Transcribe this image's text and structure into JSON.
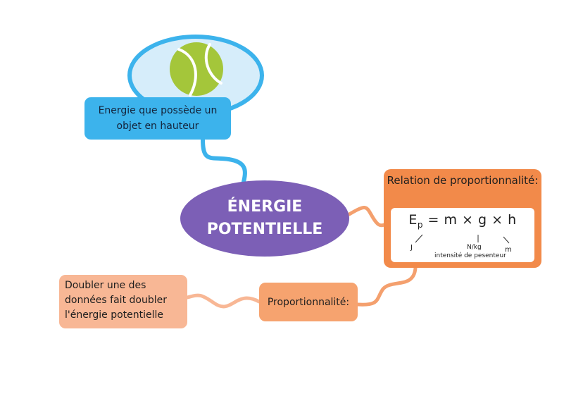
{
  "colors": {
    "main_node": "#7c5fb6",
    "definition_box": "#3cb3ec",
    "definition_connector": "#3cb3ec",
    "illustration_outline": "#3cb3ec",
    "illustration_fill": "#d6edfa",
    "ball": "#a4c63a",
    "relation_box": "#f28a4a",
    "proportionality_box": "#f6a36f",
    "consequence_box": "#f8b795",
    "orange_connector": "#f4a06e"
  },
  "illustration": {
    "icon": "tennis-ball-icon"
  },
  "main_node": {
    "line1": "ÉNERGIE",
    "line2": "POTENTIELLE"
  },
  "definition": {
    "text": "Energie que possède un objet en hauteur"
  },
  "relation": {
    "title": "Relation de proportionnalité:",
    "formula_symbol": "E",
    "formula_subscript": "p",
    "formula_rest": "= m × g × h",
    "units": {
      "energy": "J",
      "gravity": "N/kg",
      "height": "m",
      "gravity_name": "intensité de pesenteur"
    }
  },
  "proportionality": {
    "label": "Proportionnalité:"
  },
  "consequence": {
    "line1": "Doubler une des",
    "line2": "données fait doubler",
    "line3": "l'énergie potentielle"
  }
}
